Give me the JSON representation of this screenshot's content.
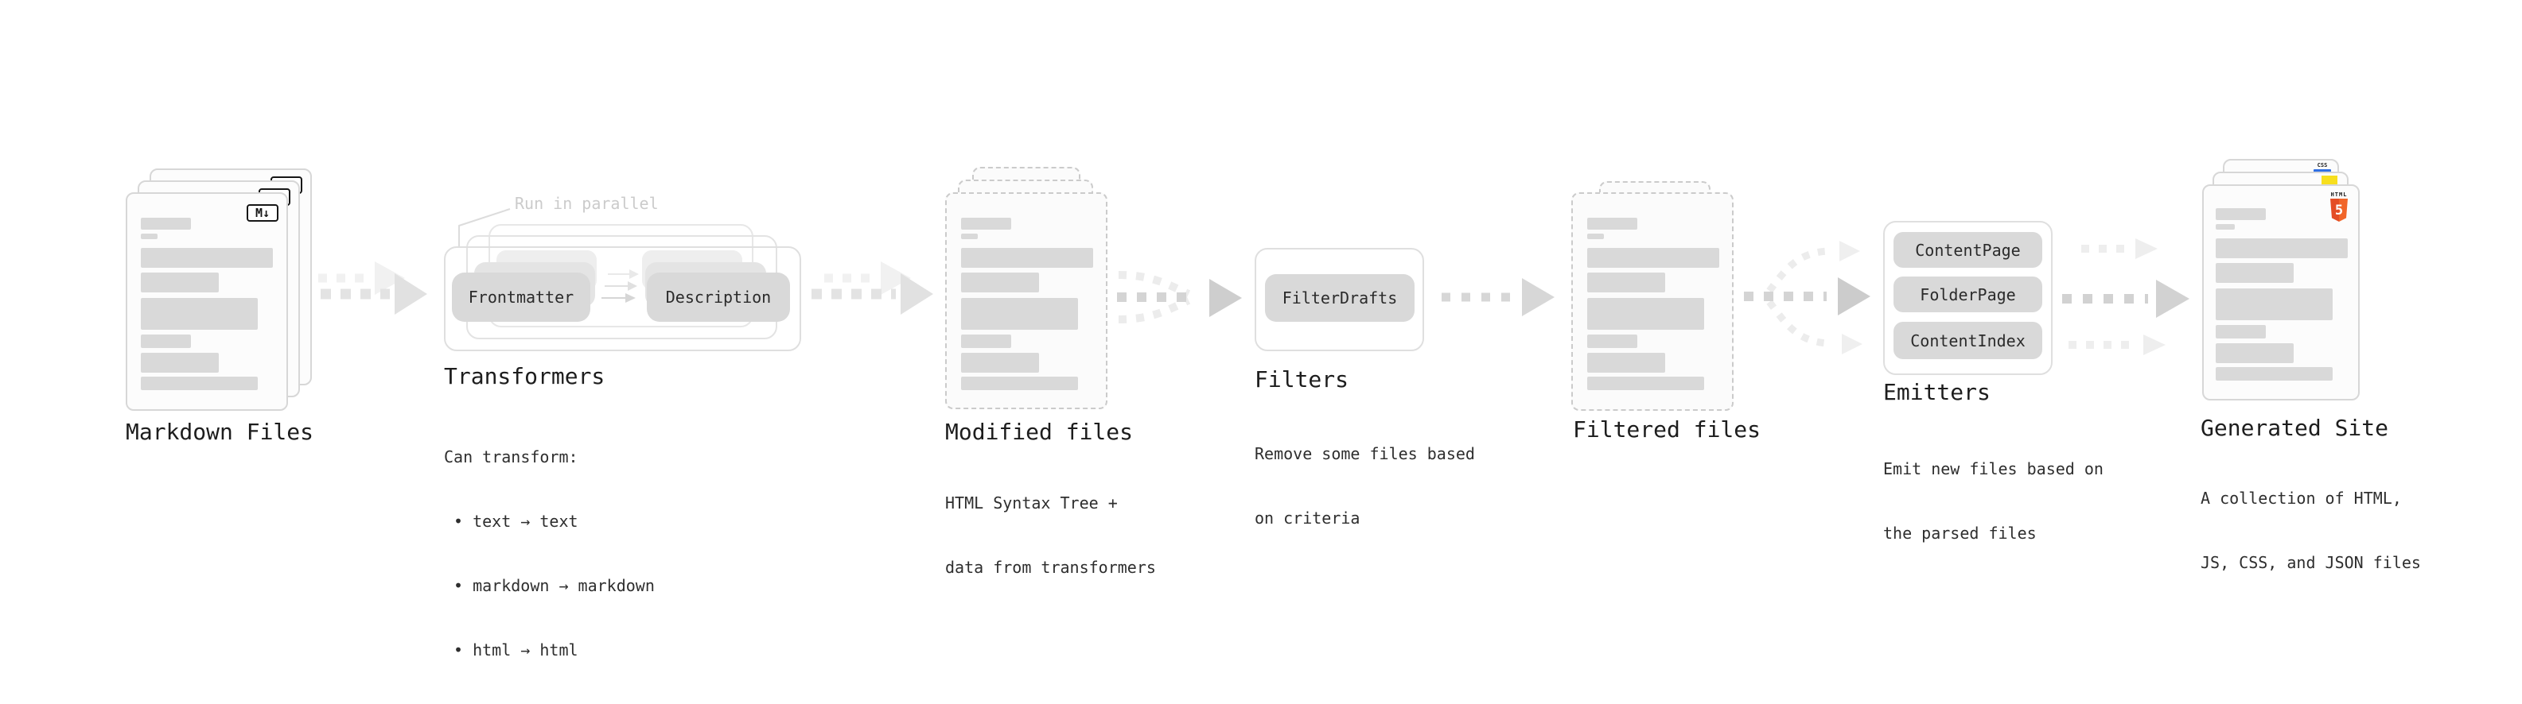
{
  "markdown": {
    "label": "Markdown Files",
    "badge": "M↓"
  },
  "transformers": {
    "note": "Run in parallel",
    "pill_frontmatter": "Frontmatter",
    "pill_description": "Description",
    "label": "Transformers",
    "desc": "Can transform:",
    "bullet_text": "• text → text",
    "bullet_markdown": "• markdown → markdown",
    "bullet_html": "• html → html"
  },
  "modified": {
    "label": "Modified files",
    "desc_line1": "HTML Syntax Tree +",
    "desc_line2": "data from transformers"
  },
  "filters": {
    "label": "Filters",
    "pill_filterdrafts": "FilterDrafts",
    "desc_line1": "Remove some files based",
    "desc_line2": "on criteria"
  },
  "filtered": {
    "label": "Filtered files"
  },
  "emitters": {
    "label": "Emitters",
    "pill_contentpage": "ContentPage",
    "pill_folderpage": "FolderPage",
    "pill_contentindex": "ContentIndex",
    "desc_line1": "Emit new files based on",
    "desc_line2": "the parsed files"
  },
  "generated": {
    "label": "Generated Site",
    "desc_line1": "A collection of HTML,",
    "desc_line2": "JS, CSS, and JSON files",
    "css_badge": "CSS",
    "html_badge_word": "HTML",
    "html_badge_number": "5"
  },
  "icons": {
    "markdown": "markdown-icon",
    "css": "css3-icon",
    "js": "javascript-icon",
    "html5": "html5-icon"
  },
  "colors": {
    "html5_orange": "#e44d26",
    "html5_orange_light": "#f16529",
    "js_yellow": "#f7df1e",
    "css_blue": "#2f6fe4",
    "pill_gray": "#d9d9d9",
    "bar_gray": "#d9d9d9",
    "card_border": "#d7d7d7",
    "dashed_border": "#cbcbcb",
    "label_dark": "#1d1d1d",
    "body_text": "#2e2e2e",
    "note_gray": "#cbcbcb",
    "arrow_gray": "#d4d4d4",
    "arrow_ghost": "#eeeeee"
  }
}
